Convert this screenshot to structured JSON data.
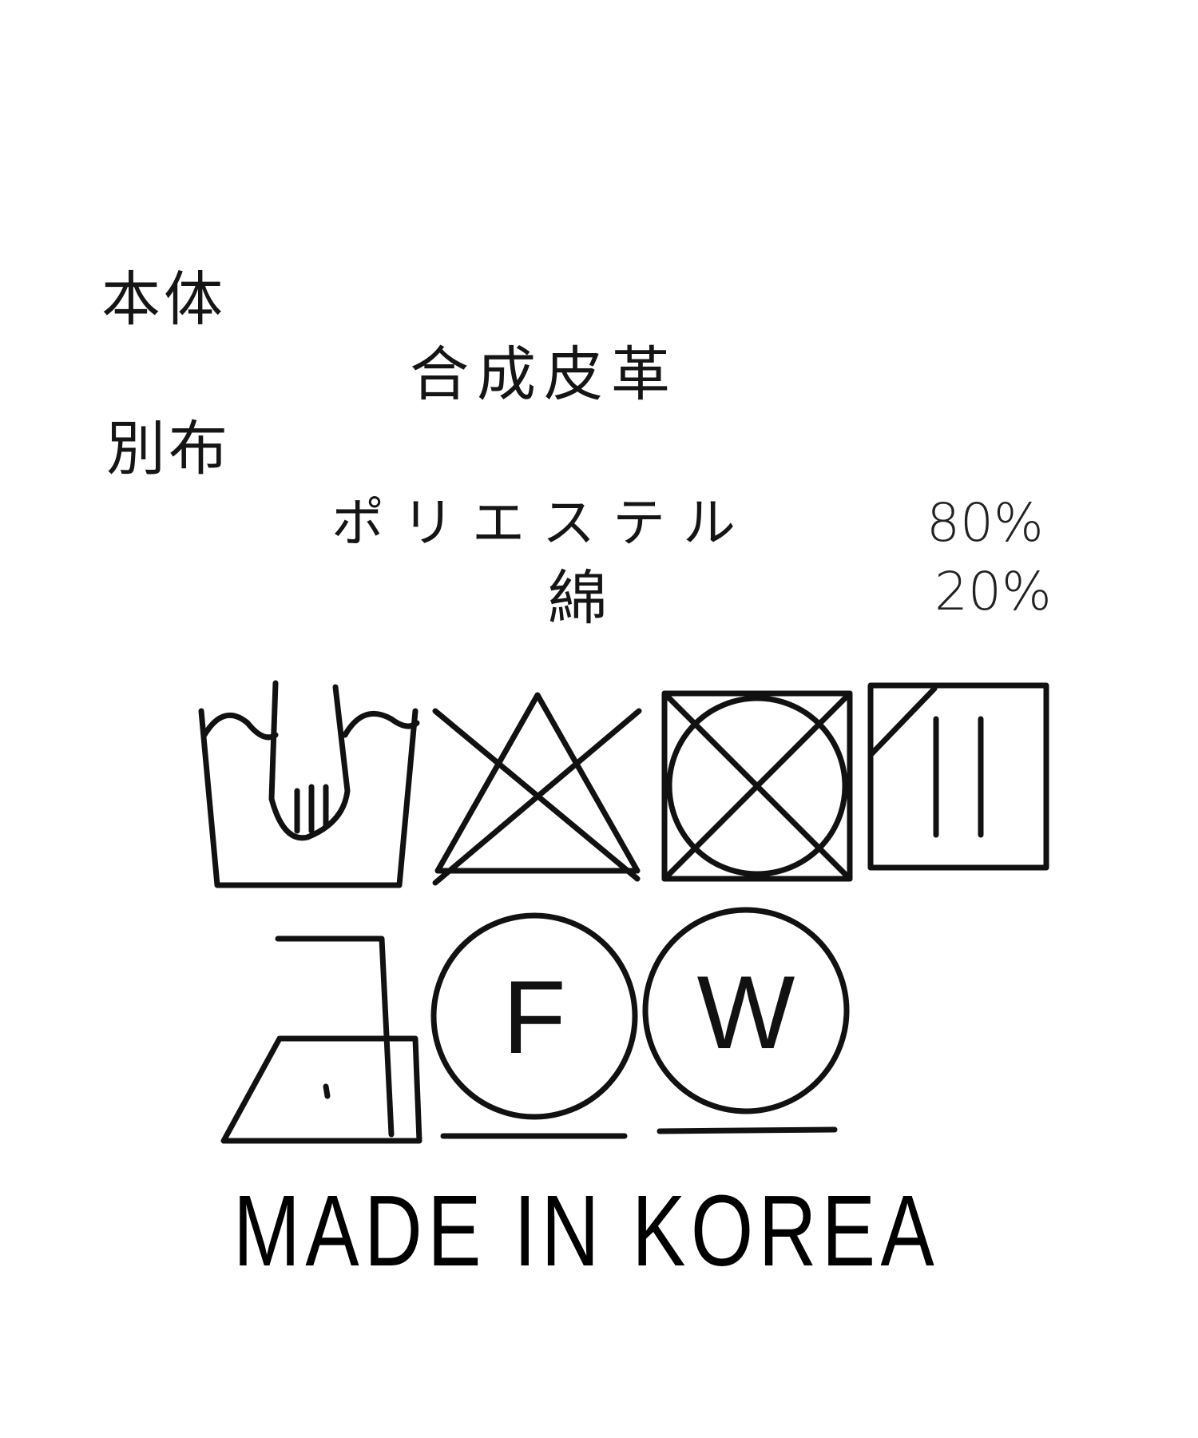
{
  "label": {
    "section_main": "本体",
    "main_material": "合成皮革",
    "section_other": "別布",
    "materials": [
      {
        "name": "ポリエステル",
        "percent": "80%"
      },
      {
        "name": "綿",
        "percent": "20%"
      }
    ],
    "care_symbols": [
      {
        "icon": "hand-wash-icon"
      },
      {
        "icon": "no-bleach-icon"
      },
      {
        "icon": "no-tumble-dry-icon"
      },
      {
        "icon": "drip-dry-shade-icon"
      },
      {
        "icon": "iron-low-icon"
      },
      {
        "icon": "dry-clean-f-icon",
        "letter": "F"
      },
      {
        "icon": "wet-clean-w-icon",
        "letter": "W"
      }
    ],
    "origin": "MADE IN KOREA"
  }
}
